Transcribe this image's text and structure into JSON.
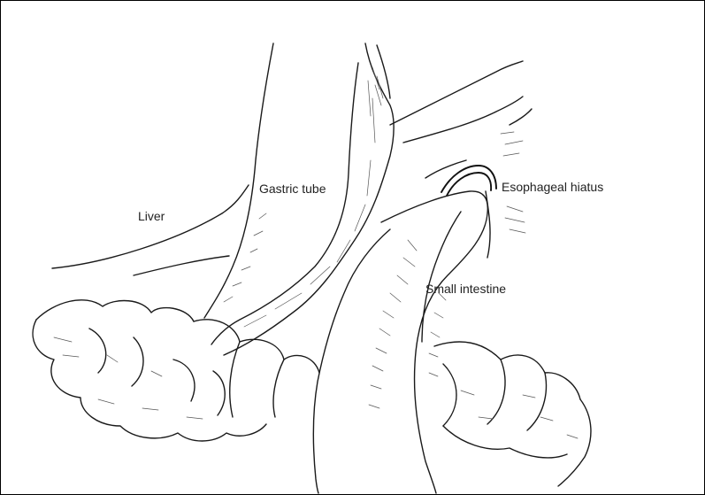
{
  "labels": {
    "liver": "Liver",
    "gastric_tube": "Gastric tube",
    "esophageal_hiatus": "Esophageal hiatus",
    "small_intestine": "Small intestine"
  },
  "colors": {
    "background": "#ffffff",
    "ink": "#1a1a1a"
  }
}
